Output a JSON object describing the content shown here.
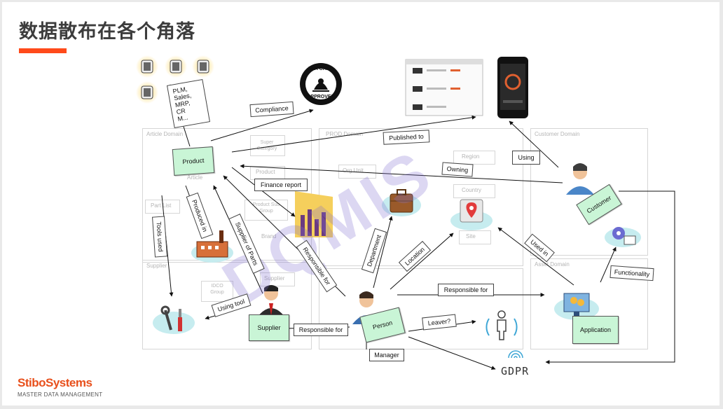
{
  "title": "数据散布在各个角落",
  "accent_color": "#ff4a1a",
  "note_color": "#c9f5d6",
  "watermark": "DQMIS",
  "plm_lines": [
    "PLM,",
    "Sales,",
    "MRP,",
    "CR",
    "M..."
  ],
  "epa_badge": {
    "top": "EPA CARB",
    "bottom": "APPROVED"
  },
  "gdpr": "GDPR",
  "entities": {
    "product": "Product",
    "customer": "Customer",
    "supplier": "Supplier",
    "person": "Person",
    "application": "Application"
  },
  "relations": {
    "compliance": "Compliance",
    "published_to": "Published to",
    "using": "Using",
    "owning": "Owning",
    "finance_report": "Finance report",
    "produced_in": "Produced in",
    "tools_used": "Tools used",
    "supplier_of_parts": "Supplier of Parts",
    "responsible_for_1": "Responsible for",
    "department": "Department",
    "location": "Location",
    "used_in": "Used in",
    "functionality": "Functionality",
    "responsible_for_2": "Responsible for",
    "using_tool": "Using tool",
    "responsible_for_3": "Responsible for",
    "leaver": "Leaver?",
    "manager": "Manager"
  },
  "background_model": {
    "article_domain": "Article Domain",
    "prod_domain": "PROD Domain",
    "customer_domain": "Customer Domain",
    "supplier": "Supplier",
    "asset_domain": "Asset Domain",
    "super_category": "Super Category",
    "product_box": "Product",
    "article": "Article",
    "part_list": "Part List",
    "product_sub_group": "Product Sub Group",
    "brand": "Brand",
    "org_unit": "Org Unit",
    "region": "Region",
    "country": "Country",
    "site": "Site",
    "idco_group": "IDCO Group",
    "supplier_box": "Supplier"
  },
  "logo": {
    "name": "StiboSystems",
    "tagline": "MASTER DATA MANAGEMENT"
  }
}
